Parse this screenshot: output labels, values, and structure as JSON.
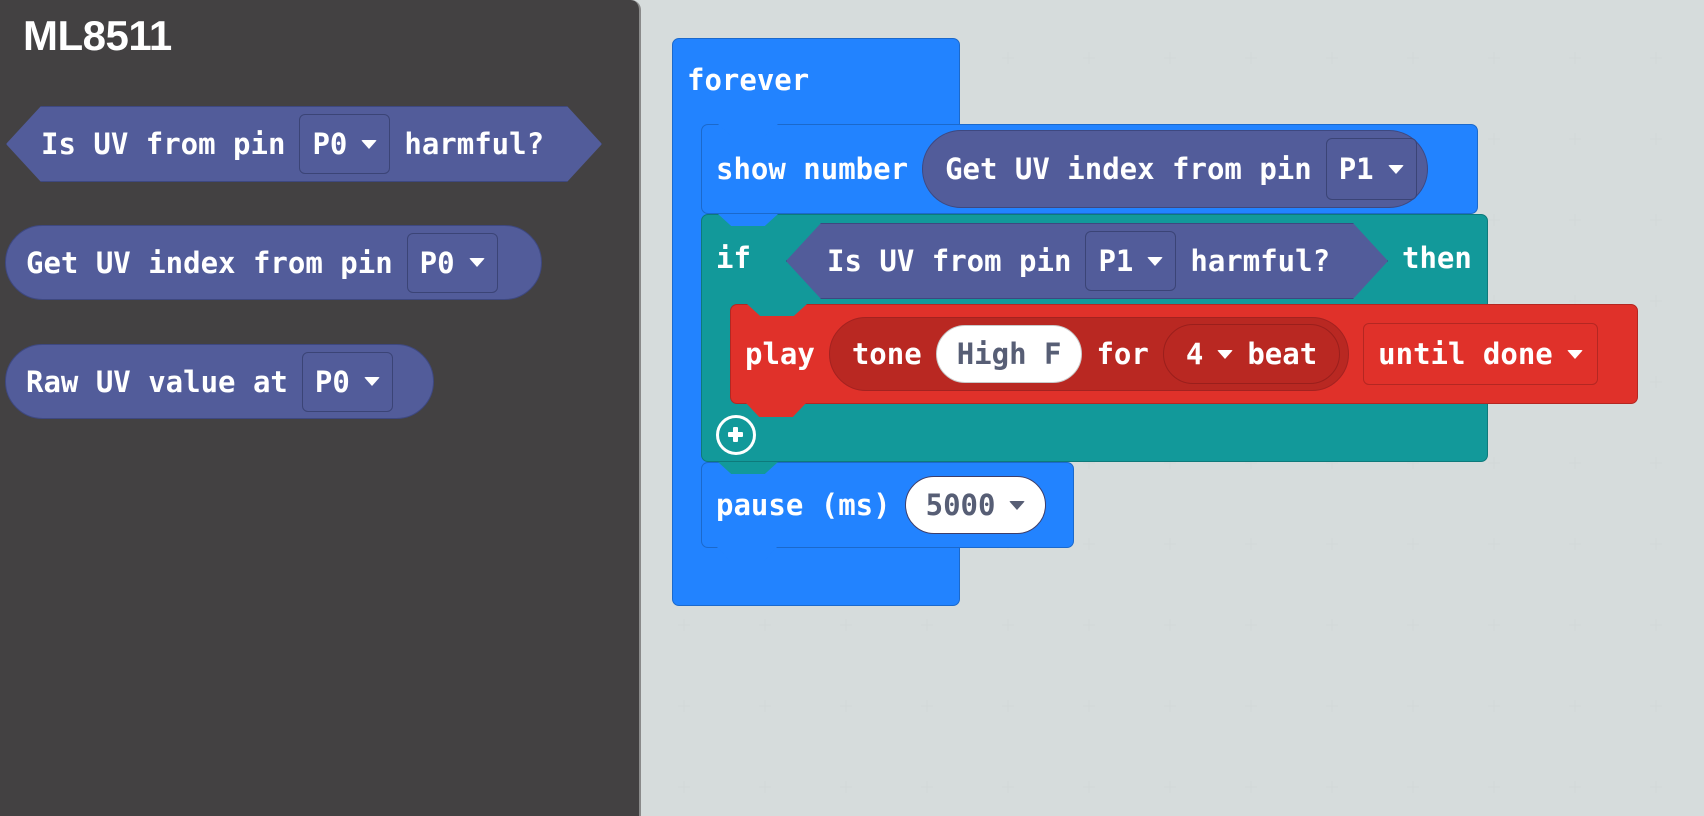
{
  "flyout": {
    "title": "ML8511",
    "blocks": [
      {
        "type": "boolean",
        "prefix": "Is UV from pin",
        "pin": "P0",
        "suffix": "harmful?"
      },
      {
        "type": "reporter",
        "prefix": "Get UV index from pin",
        "pin": "P0"
      },
      {
        "type": "reporter",
        "prefix": "Raw UV value at",
        "pin": "P0"
      }
    ]
  },
  "workspace": {
    "forever": {
      "label": "forever"
    },
    "show_number": {
      "label": "show number",
      "reporter": {
        "prefix": "Get UV index from pin",
        "pin": "P1"
      }
    },
    "if_block": {
      "if_label": "if",
      "then_label": "then",
      "condition": {
        "prefix": "Is UV from pin",
        "pin": "P1",
        "suffix": "harmful?"
      },
      "add_icon": "plus-circle-icon"
    },
    "play": {
      "label": "play",
      "tone_label": "tone",
      "note": "High F",
      "for_label": "for",
      "beats": "4",
      "beat_label": "beat",
      "mode": "until done"
    },
    "pause": {
      "label": "pause (ms)",
      "value": "5000"
    }
  },
  "colors": {
    "flyout_bg": "#434142",
    "workspace_bg": "#e8eeee",
    "uv_block": "#525c9a",
    "basic_blue": "#2283ff",
    "logic_teal": "#12999a",
    "music_red": "#e0312a",
    "music_red_dark": "#b92822"
  }
}
